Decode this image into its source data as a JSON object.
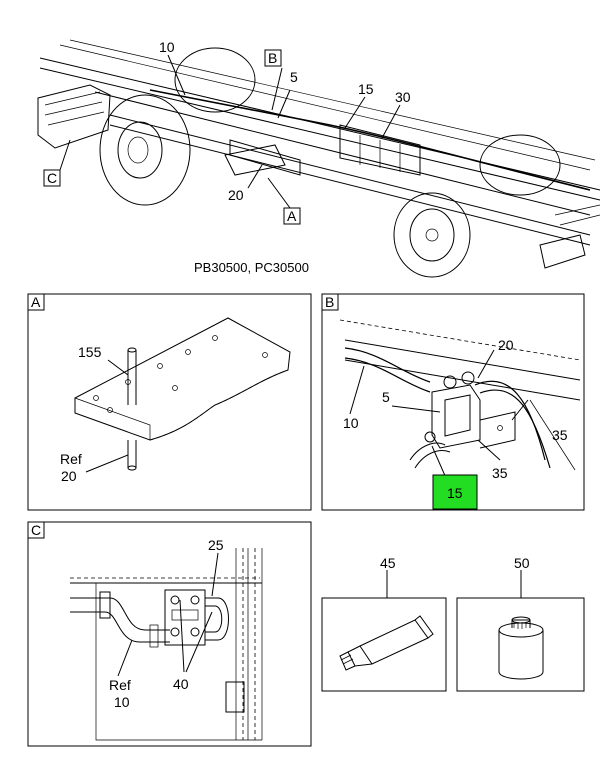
{
  "main": {
    "model_caption": "PB30500, PC30500",
    "callouts": {
      "c10": "10",
      "cB": "B",
      "c5": "5",
      "c15": "15",
      "c30": "30",
      "c20": "20",
      "cA": "A",
      "cC": "C"
    }
  },
  "detail_a": {
    "tag": "A",
    "labels": {
      "l155": "155",
      "ref": "Ref",
      "l20": "20"
    }
  },
  "detail_b": {
    "tag": "B",
    "labels": {
      "l20": "20",
      "l5": "5",
      "l10": "10",
      "l35a": "35",
      "l35b": "35",
      "l15": "15"
    },
    "highlight_color": "#22dd22"
  },
  "detail_c": {
    "tag": "C",
    "labels": {
      "l25": "25",
      "ref": "Ref",
      "l10": "10",
      "l40": "40"
    }
  },
  "parts": {
    "p45": "45",
    "p50": "50"
  }
}
